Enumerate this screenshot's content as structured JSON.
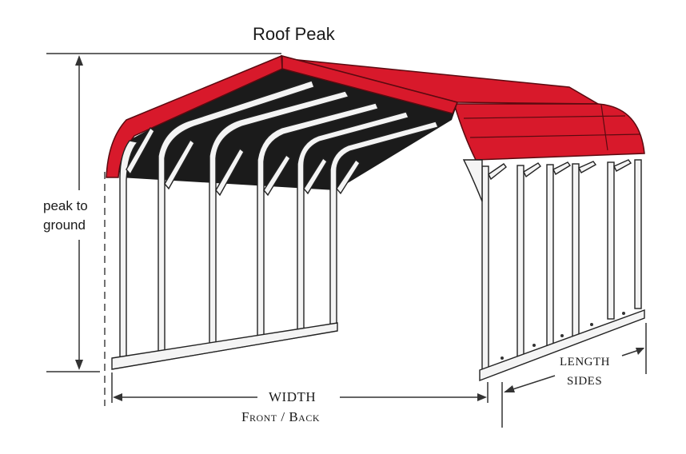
{
  "labels": {
    "roof_peak": "Roof Peak",
    "peak_to_ground_line1": "peak to",
    "peak_to_ground_line2": "ground",
    "width": "WIDTH",
    "front_back": "Front / Back",
    "length": "LENGTH",
    "sides": "SIDES"
  },
  "colors": {
    "roof": "#d8192b",
    "roof_edge": "#5a0a10",
    "underside": "#1b1b1b",
    "frame": "#f4f4f4",
    "outline": "#222222",
    "dimension_line": "#333333"
  }
}
